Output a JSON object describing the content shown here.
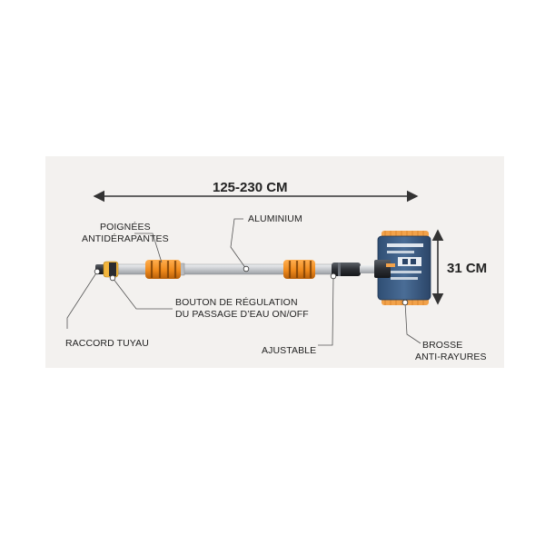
{
  "dimensions": {
    "length": "125-230 CM",
    "width": "31 CM"
  },
  "labels": {
    "poignees": [
      "POIGNÉES",
      "ANTIDÉRAPANTES"
    ],
    "aluminium": "ALUMINIUM",
    "bouton": [
      "BOUTON DE RÉGULATION",
      "DU PASSAGE D’EAU ON/OFF"
    ],
    "raccord": "RACCORD TUYAU",
    "ajustable": "AJUSTABLE",
    "brosse": [
      "BROSSE",
      "ANTI-RAYURES"
    ]
  },
  "colors": {
    "panel_bg": "#f3f1ef",
    "grip_orange": "#f08a1c",
    "pole_silver": "#c9ccd0",
    "brush_head_blue": "#3b5b82",
    "bristle_orange": "#f2a24a",
    "text": "#222222"
  }
}
